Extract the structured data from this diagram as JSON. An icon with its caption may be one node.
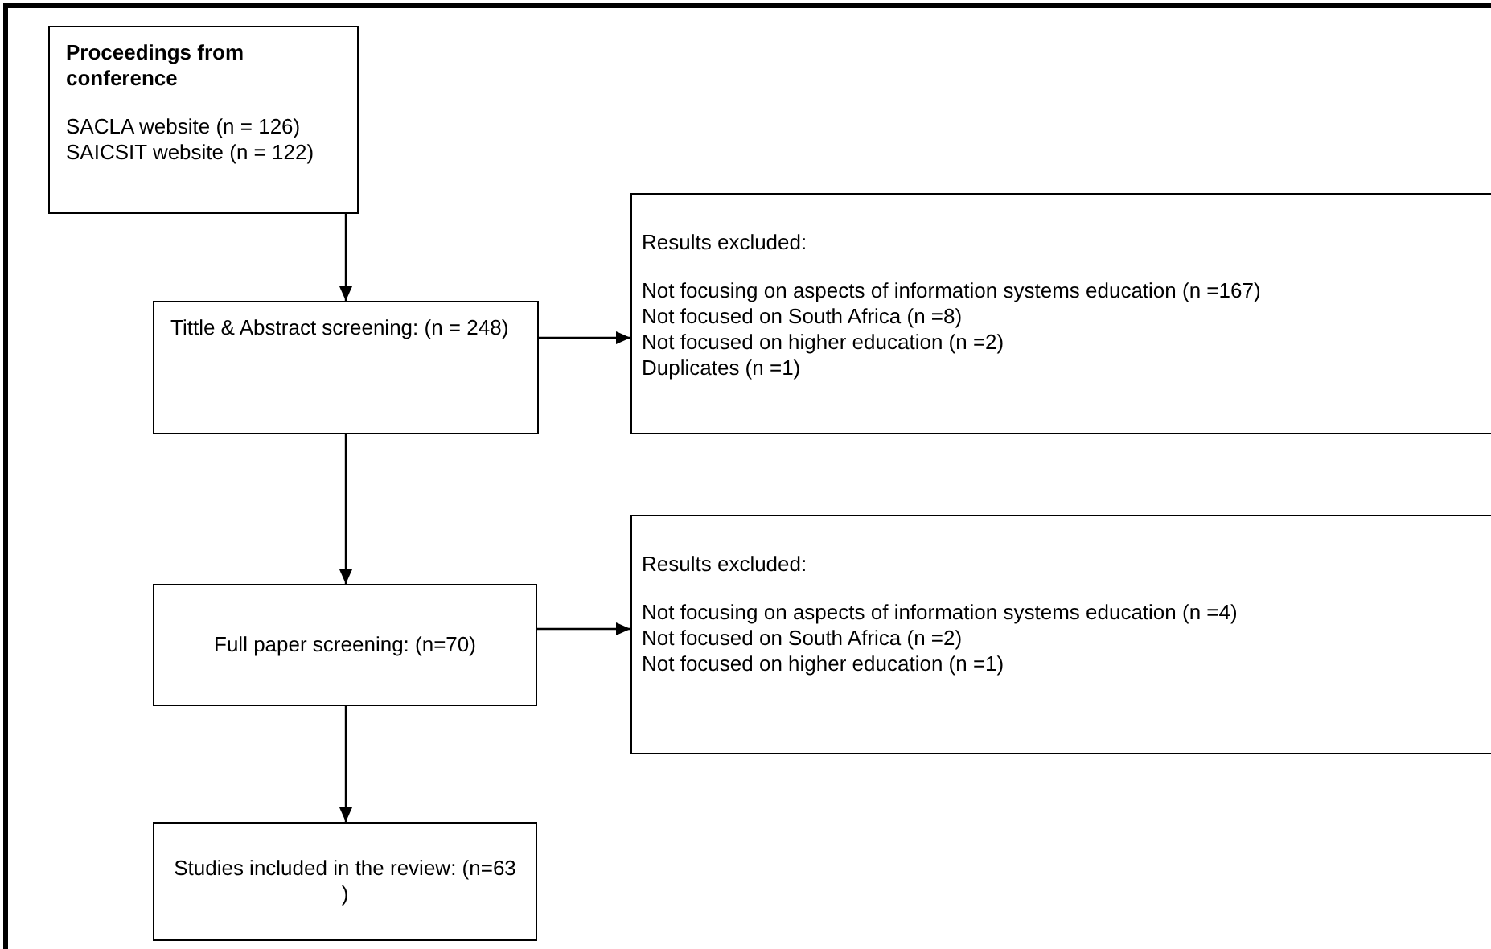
{
  "diagram": {
    "nodes": [
      {
        "text": [
          "Proceedings from conference",
          "SACLA website (n = 126)",
          "SAICSIT website (n = 122)"
        ]
      },
      {
        "text": [
          "Tittle & Abstract screening: (n = 248)"
        ]
      },
      {
        "text": [
          "Results excluded:",
          "Not focusing on aspects of information systems education (n =167)",
          "Not focused on South Africa (n =8)",
          "Not focused on higher education (n =2)",
          "Duplicates (n =1)"
        ]
      },
      {
        "text": [
          "Full paper screening: (n=70)"
        ]
      },
      {
        "text": [
          "Results excluded:",
          "Not focusing on aspects of information systems education (n =4)",
          "Not focused on South Africa (n =2)",
          "Not focused on higher education (n =1)"
        ]
      },
      {
        "text": [
          "Studies included in the review: (n=63 )"
        ]
      }
    ],
    "edges": [
      {
        "from": 0,
        "to": 1,
        "arrow": "to"
      },
      {
        "from": 1,
        "to": 2,
        "arrow": "to"
      },
      {
        "from": 1,
        "to": 3,
        "arrow": "to"
      },
      {
        "from": 3,
        "to": 4,
        "arrow": "to"
      },
      {
        "from": 3,
        "to": 5,
        "arrow": "to"
      }
    ]
  }
}
